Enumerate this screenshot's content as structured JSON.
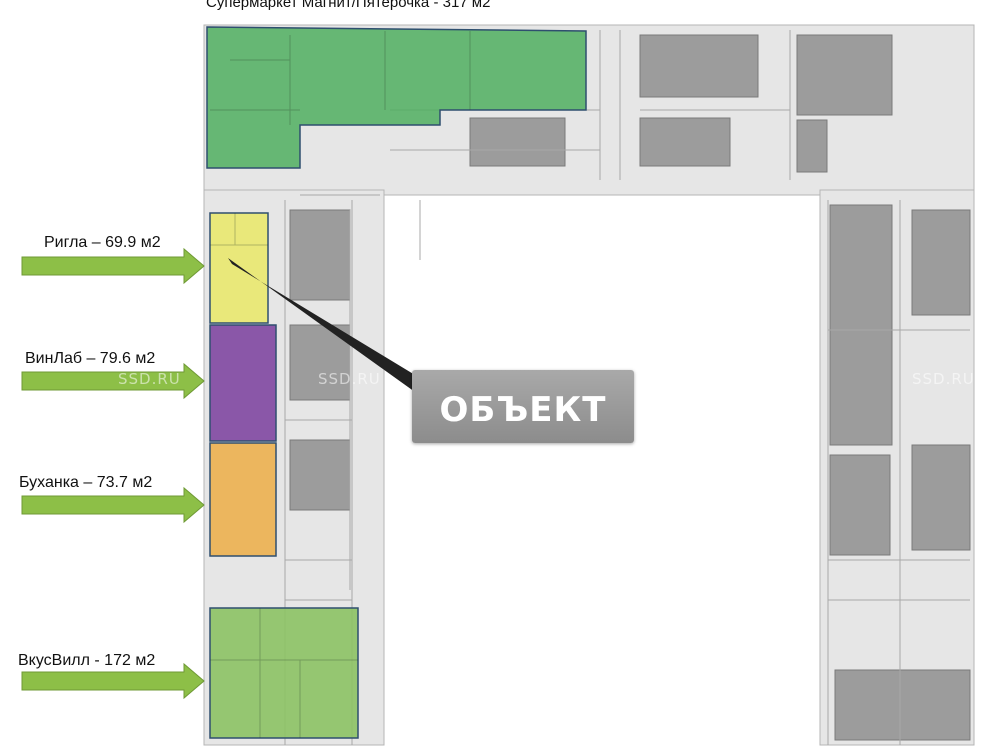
{
  "plan_title": "Супермаркет Магнит/Пятерочка - 317 м2",
  "tenants": [
    {
      "label": "Ригла – 69.9 м2",
      "color": "#e9e87a"
    },
    {
      "label": "ВинЛаб – 79.6 м2",
      "color": "#8a57a8"
    },
    {
      "label": "Буханка – 73.7 м2",
      "color": "#ecb65e"
    },
    {
      "label": "ВкусВилл - 172 м2",
      "color": "#8cc264"
    }
  ],
  "supermarket_color": "#4fae5f",
  "object_label": "ОБЪЕКТ",
  "watermark": "SSD.RU",
  "colors": {
    "arrow": "#8dbf47",
    "building_dark": "#9a9a9a",
    "building_light": "#e4e4e4"
  }
}
